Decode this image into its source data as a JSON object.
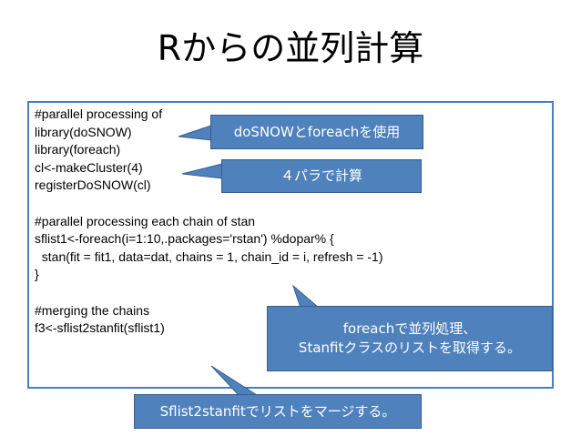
{
  "slide": {
    "title": "Rからの並列計算",
    "code_lines": [
      "#parallel processing of",
      "library(doSNOW)",
      "library(foreach)",
      "cl<-makeCluster(4)",
      "registerDoSNOW(cl)",
      "",
      "#parallel processing each chain of stan",
      "sflist1<-foreach(i=1:10,.packages='rstan') %dopar% {",
      "  stan(fit = fit1, data=dat, chains = 1, chain_id = i, refresh = -1)",
      "}",
      "",
      "#merging the chains",
      "f3<-sflist2stanfit(sflist1)"
    ],
    "callouts": {
      "dosnow_foreach": "doSNOWとforeachを使用",
      "four_parallel": "４パラで計算",
      "foreach_parallel_line1": "foreachで並列処理、",
      "foreach_parallel_line2": "Stanfitクラスのリストを取得する。",
      "merge": "Sflist2stanfitでリストをマージする。"
    },
    "colors": {
      "callout_fill": "#4f81bd",
      "callout_border": "#385d8a",
      "box_border": "#4a7ebb"
    }
  }
}
